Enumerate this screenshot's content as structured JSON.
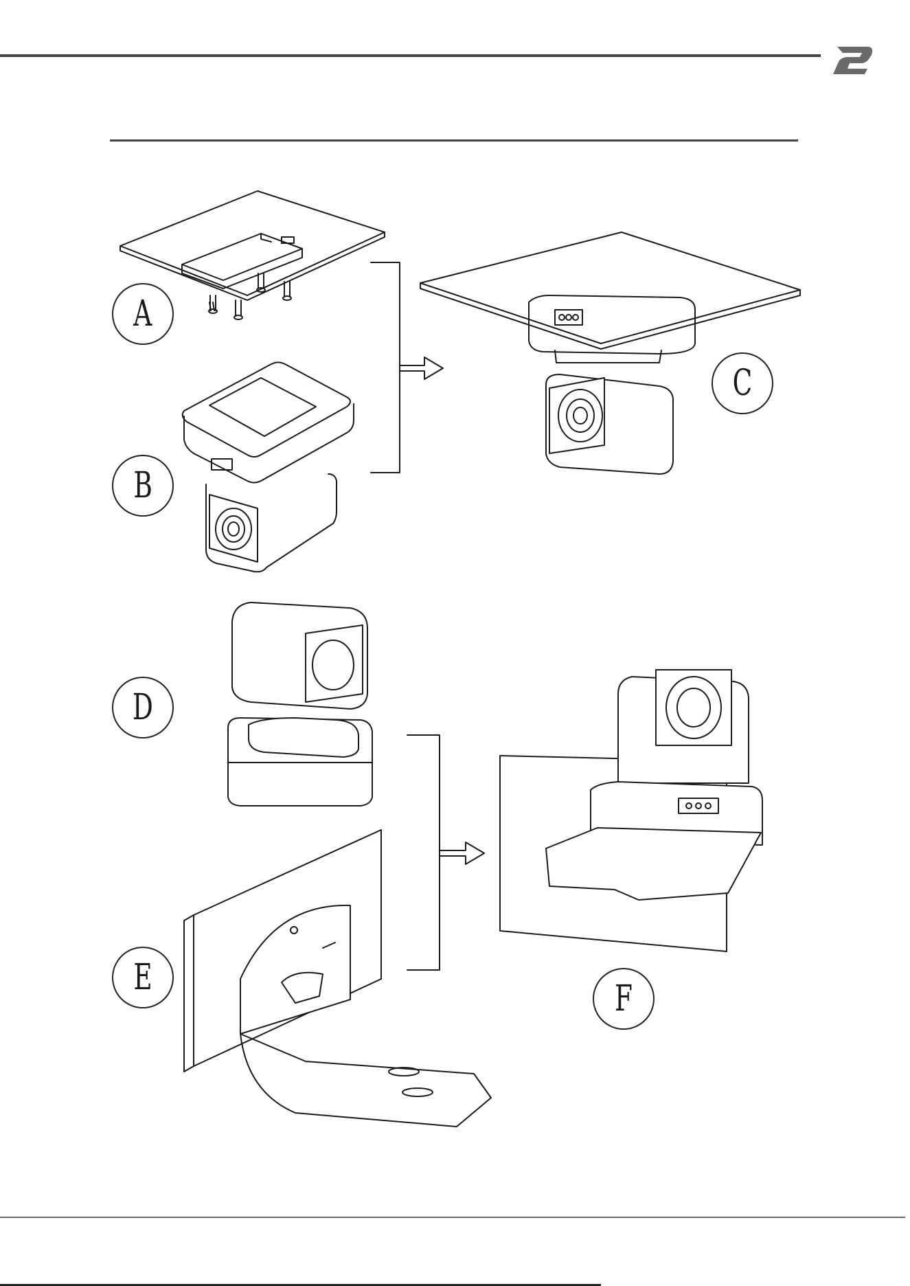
{
  "header": {
    "logo_icon": "b-logo-icon",
    "rule_color": "#444444",
    "logo_color": "#666666"
  },
  "figures": {
    "labels": {
      "a": "A",
      "b": "B",
      "c": "C",
      "d": "D",
      "e": "E",
      "f": "F"
    }
  }
}
